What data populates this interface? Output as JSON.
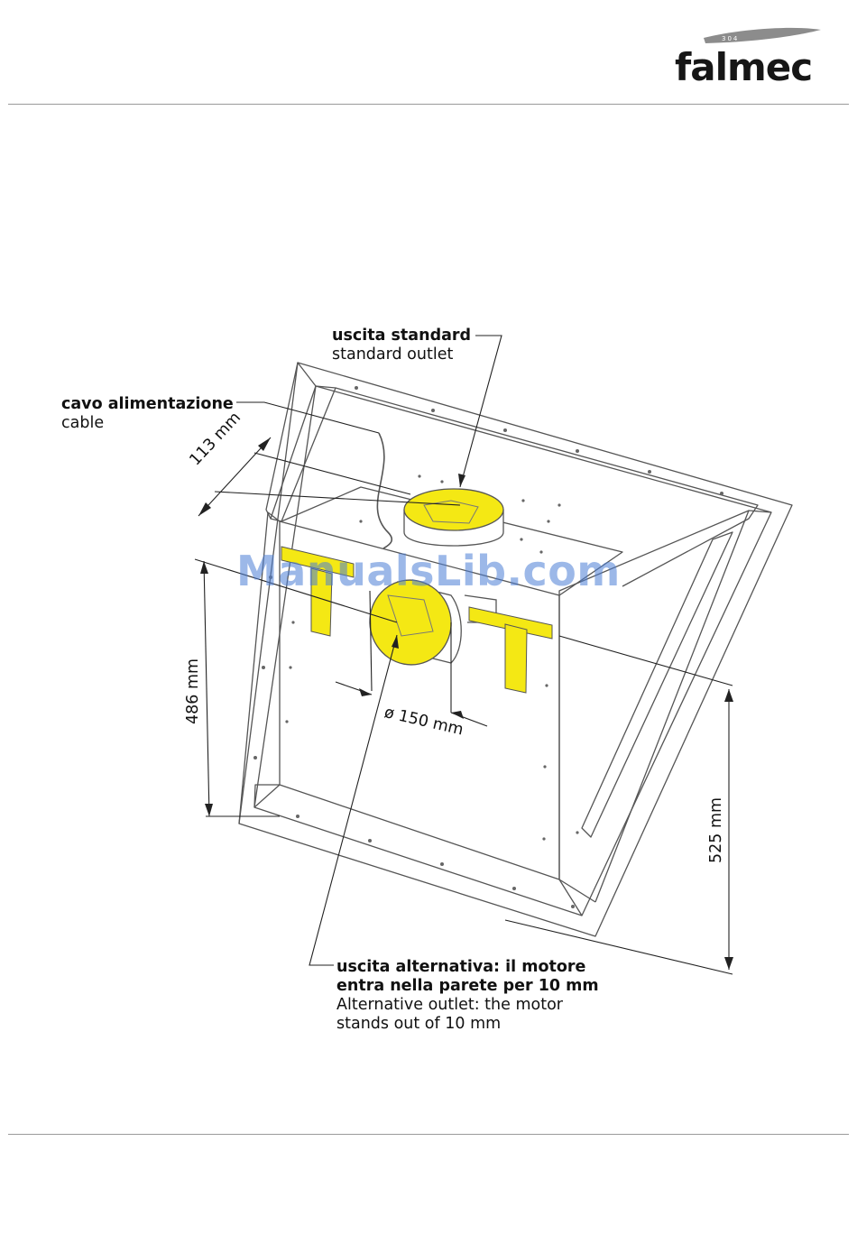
{
  "brand": {
    "logo_text": "falmec",
    "logo_number": "304"
  },
  "labels": {
    "standard_outlet_it": "uscita standard",
    "standard_outlet_en": "standard outlet",
    "cable_it": "cavo alimentazione",
    "cable_en": "cable",
    "alt_outlet_it_line1": "uscita alternativa: il motore",
    "alt_outlet_it_line2": "entra nella parete per 10 mm",
    "alt_outlet_en_line1": "Alternative outlet: the motor",
    "alt_outlet_en_line2": "stands out of 10 mm"
  },
  "dimensions": {
    "d113": "113 mm",
    "d486": "486 mm",
    "d150": "ø 150 mm",
    "d525": "525 mm"
  },
  "watermark": "ManualsLib.com",
  "colors": {
    "outlet_fill": "#f4e814",
    "bracket_fill": "#f4e814",
    "line": "#555555",
    "rule": "#9a9a9a",
    "watermark": "#4d7fd6"
  }
}
